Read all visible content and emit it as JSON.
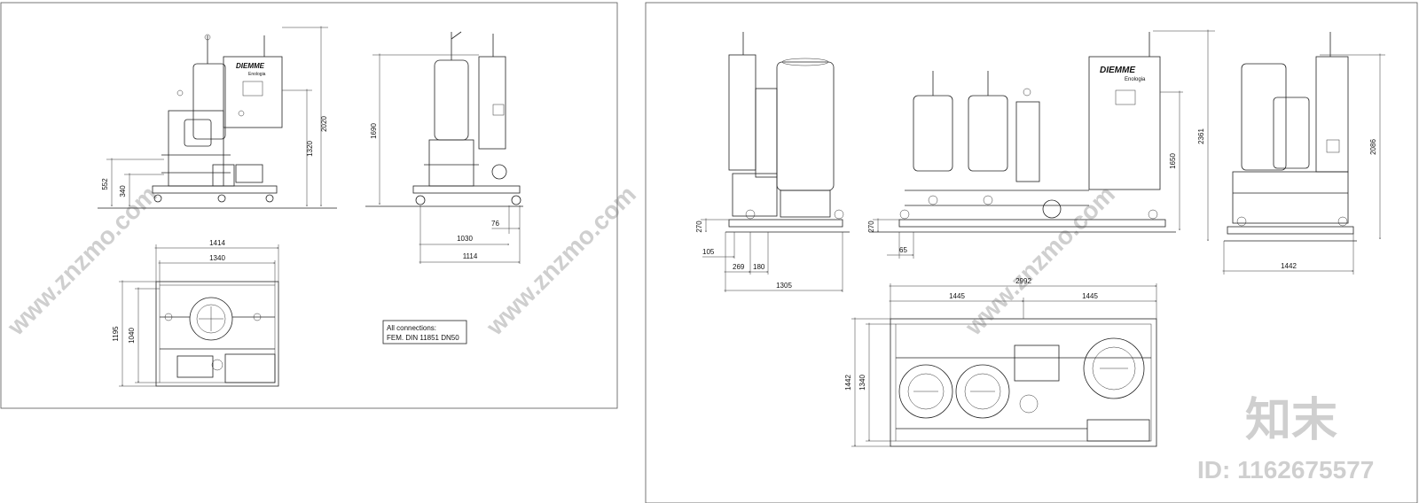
{
  "brand": {
    "name": "DIEMME",
    "sub": "Enologia"
  },
  "note": {
    "line1": "All connections:",
    "line2": "FEM. DIN 11851 DN50"
  },
  "watermark": {
    "url": "www.znzmo.com",
    "logo_text": "知末",
    "id_text": "ID: 1162675577"
  },
  "left_sheet": {
    "front_dims": {
      "total_height": "2020",
      "control_height": "1320",
      "inlet_height": "552",
      "outlet_height": "340"
    },
    "side_dims": {
      "height": "1690",
      "offset": "76",
      "width": "1030",
      "overall": "1114"
    },
    "plan_dims": {
      "overall_length": "1414",
      "length": "1340",
      "overall_width": "1195",
      "width": "1040"
    }
  },
  "right_sheet": {
    "side_dims": {
      "base": "270",
      "offset_a": "105",
      "offset_b": "269",
      "offset_c": "180",
      "width": "1305"
    },
    "front_dims": {
      "base": "270",
      "offset": "65",
      "control_height": "1650",
      "total_height": "2361"
    },
    "rear_dims": {
      "height": "2086",
      "width": "1442"
    },
    "plan_dims": {
      "total": "2992",
      "half_left": "1445",
      "half_right": "1445",
      "overall_width": "1442",
      "width": "1340"
    }
  }
}
